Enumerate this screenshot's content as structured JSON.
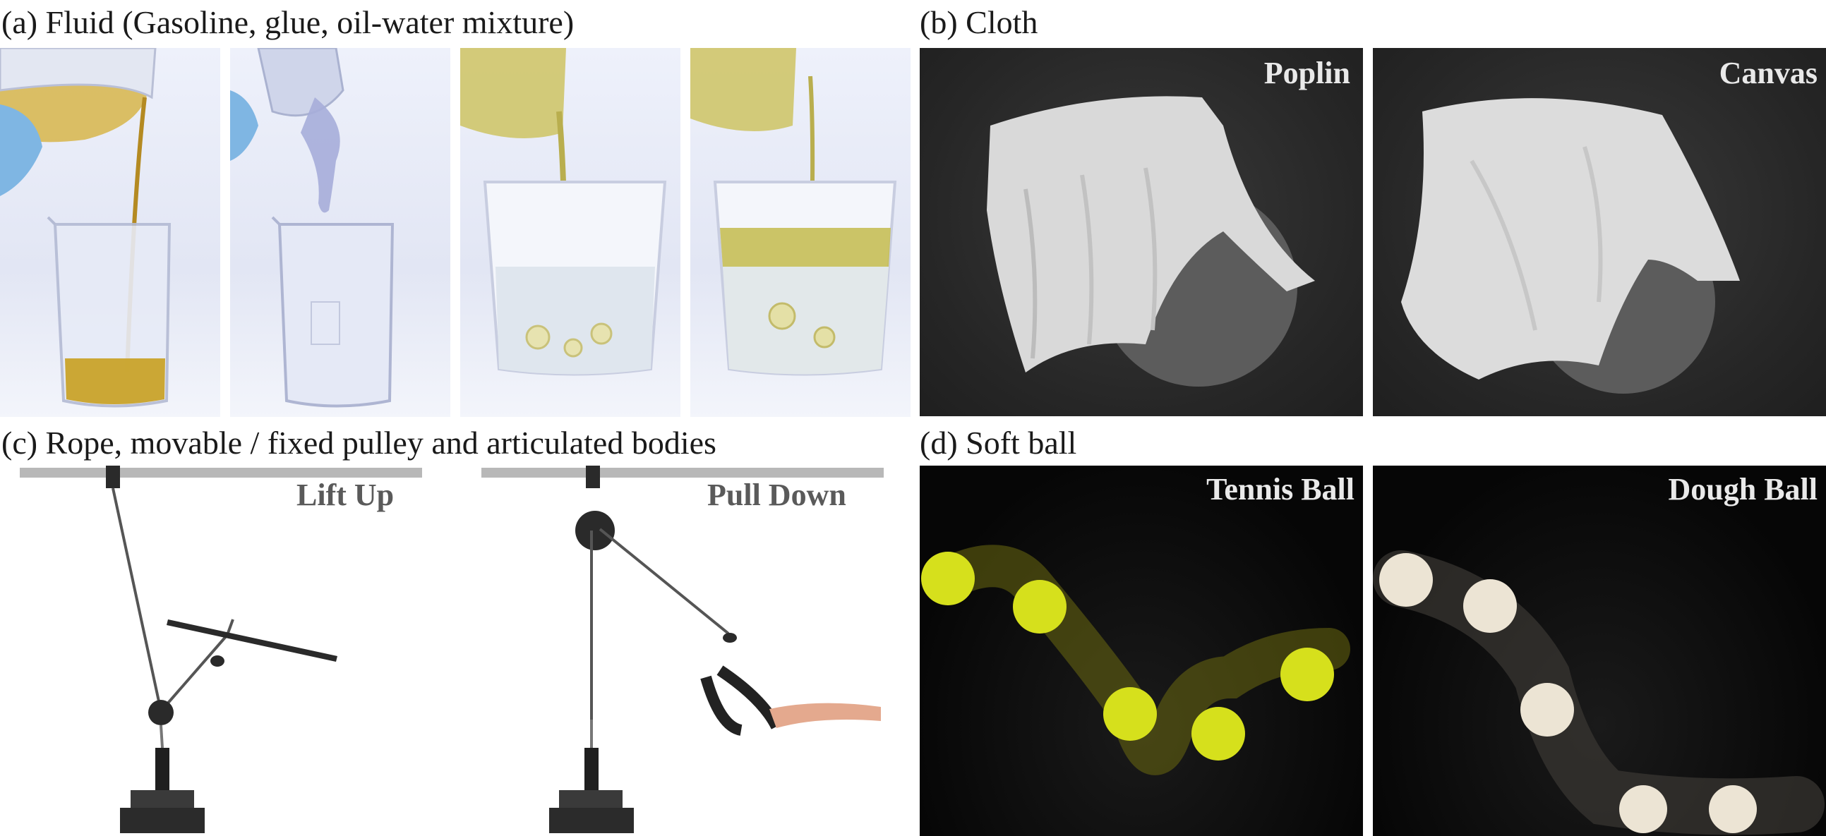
{
  "captions": {
    "a": "(a) Fluid (Gasoline, glue, oil-water mixture)",
    "b": "(b) Cloth",
    "c": "(c) Rope, movable / fixed pulley and articulated bodies",
    "d": "(d) Soft ball"
  },
  "labels": {
    "poplin": "Poplin",
    "canvas": "Canvas",
    "lift_up": "Lift Up",
    "pull_down": "Pull Down",
    "tennis_ball": "Tennis Ball",
    "dough_ball": "Dough Ball"
  },
  "colors": {
    "gasoline": "#c9a32a",
    "glue": "#9fa8d6",
    "oil": "#c8c070",
    "tennis": "#d6e01c",
    "dough": "#ece4d4",
    "cloth_bg": "#2a2a2a",
    "ball_bg": "#050505"
  }
}
